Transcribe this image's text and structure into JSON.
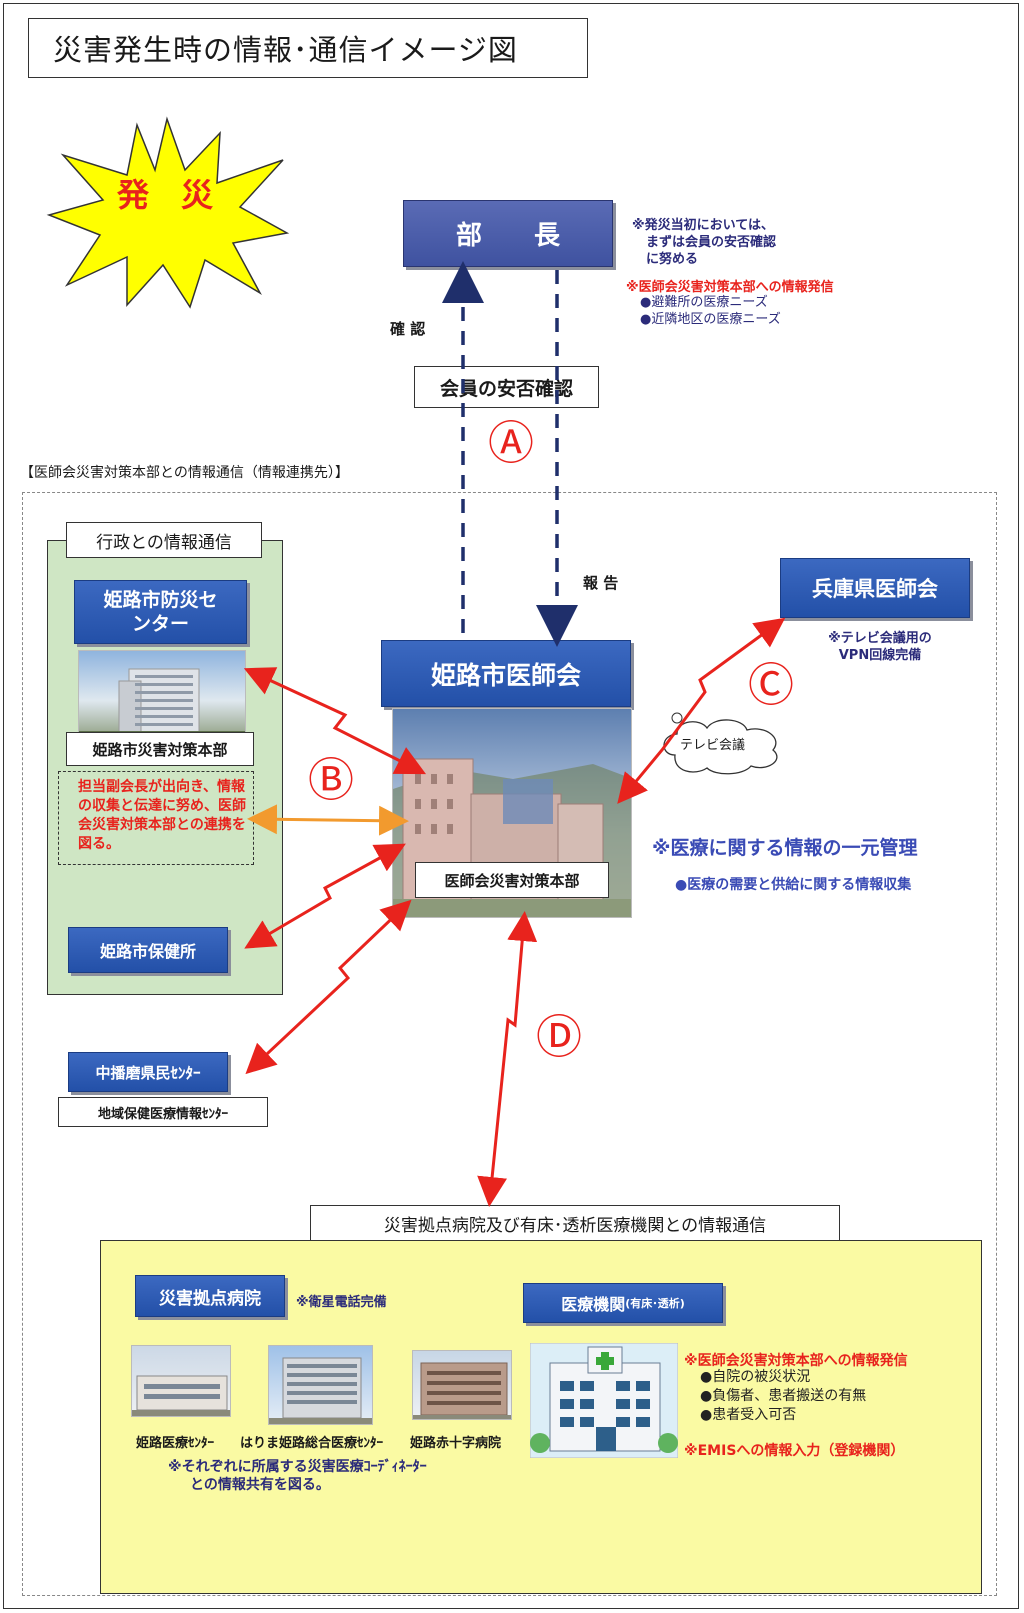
{
  "title": "災害発生時の情報･通信イメージ図",
  "hatsusai": "発　災",
  "bucho": "部　　長",
  "bucho_note": {
    "line1": "※発災当初においては、",
    "line2": "まずは会員の安否確認",
    "line3": "に努める",
    "red": "※医師会災害対策本部への情報発信",
    "items": [
      "●避難所の医療ニーズ",
      "●近隣地区の医療ニーズ"
    ]
  },
  "kakunin": "確 認",
  "hokoku": "報 告",
  "anpi": "会員の安否確認",
  "labels": {
    "a": "Ⓐ",
    "b": "Ⓑ",
    "c": "Ⓒ",
    "d": "Ⓓ"
  },
  "section_label": "【医師会災害対策本部との情報通信（情報連携先）】",
  "gyosei": {
    "title": "行政との情報通信",
    "bosai": "姫路市防災センター",
    "saigai_honbu": "姫路市災害対策本部",
    "note": "担当副会長が出向き、情報の収集と伝達に努め、医師会災害対策本部との連携を図る。",
    "hokenjo": "姫路市保健所",
    "kenmin": "中播磨県民ｾﾝﾀｰ",
    "chiiki": "地域保健医療情報ｾﾝﾀｰ"
  },
  "ishikai": "姫路市医師会",
  "ishikai_honbu": "医師会災害対策本部",
  "hyogo": {
    "name": "兵庫県医師会",
    "note1": "※テレビ会議用の",
    "note2": "VPN回線完備"
  },
  "tv_kaigi": "テレビ会議",
  "ichigen": {
    "title": "※医療に関する情報の一元管理",
    "sub": "●医療の需要と供給に関する情報収集"
  },
  "kyoten": {
    "title": "災害拠点病院及び有床･透析医療機関との情報通信",
    "byoin": "災害拠点病院",
    "byoin_note": "※衛星電話完備",
    "hospitals": [
      "姫路医療ｾﾝﾀｰ",
      "はりま姫路総合医療ｾﾝﾀｰ",
      "姫路赤十字病院"
    ],
    "share_note1": "※それぞれに所属する災害医療ｺｰﾃﾞｨﾈｰﾀｰ",
    "share_note2": "との情報共有を図る。",
    "kikan": "医療機関",
    "kikan_sub": "(有床･透析)",
    "kikan_red": "※医師会災害対策本部への情報発信",
    "kikan_items": [
      "●自院の被災状況",
      "●負傷者、患者搬送の有無",
      "●患者受入可否"
    ],
    "emis": "※EMISへの情報入力（登録機関）"
  }
}
